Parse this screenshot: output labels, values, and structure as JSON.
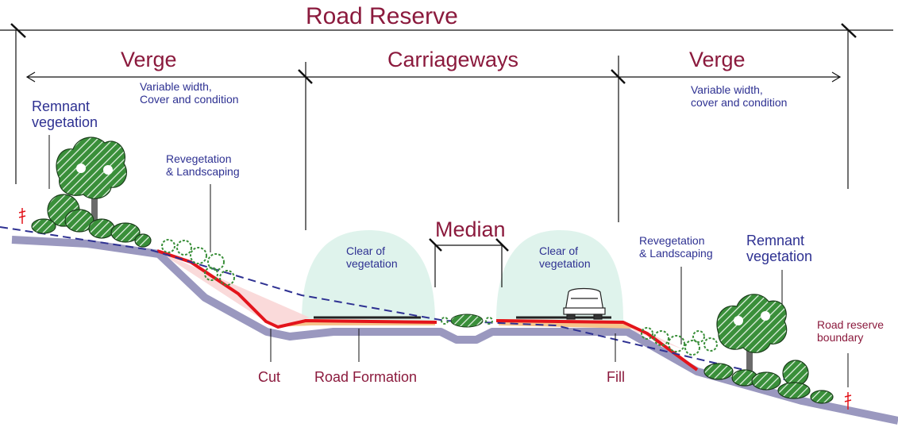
{
  "title": "Road Reserve",
  "sections": {
    "verge_left": "Verge",
    "carriageways": "Carriageways",
    "verge_right": "Verge",
    "median": "Median"
  },
  "notes": {
    "verge_left_note": "Variable  width,\nCover and condition",
    "verge_right_note": "Variable  width,\ncover  and condition",
    "remnant_left": "Remnant\nvegetation",
    "remnant_right": "Remnant\nvegetation",
    "reveg_left": "Revegetation\n& Landscaping",
    "reveg_right": "Revegetation\n& Landscaping",
    "clear_left": "Clear of\nvegetation",
    "clear_right": "Clear of\nvegetation",
    "boundary": "Road reserve\nboundary"
  },
  "bottom_labels": {
    "cut": "Cut",
    "formation": "Road Formation",
    "fill": "Fill"
  },
  "colors": {
    "maroon": "#8b1a3d",
    "blue": "#2e3192",
    "ground": "#9a98bf",
    "batter": "#e3141b",
    "veg_green": "#3a8f3a",
    "clear_zone": "#dff3ec",
    "cut_fill_fill": "#fad6d6"
  }
}
